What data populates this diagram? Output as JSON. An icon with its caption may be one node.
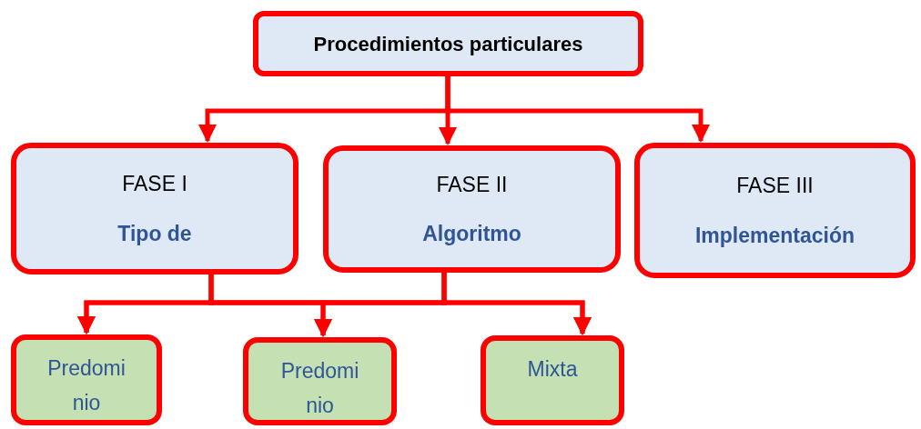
{
  "diagram": {
    "nodes": [
      {
        "text": [
          "Procedimientos particulares"
        ]
      },
      {
        "text": [
          "FASE I",
          "Tipo de"
        ]
      },
      {
        "text": [
          "FASE II",
          "Algoritmo"
        ]
      },
      {
        "text": [
          "FASE III",
          "Implementación"
        ]
      },
      {
        "text": [
          "Predomi nio"
        ]
      },
      {
        "text": [
          "Predomi nio"
        ]
      },
      {
        "text": [
          "Mixta"
        ]
      }
    ],
    "edges": [
      {
        "from": 0,
        "to": 1,
        "arrow": "to"
      },
      {
        "from": 0,
        "to": 2,
        "arrow": "to"
      },
      {
        "from": 0,
        "to": 3,
        "arrow": "to"
      },
      {
        "from": 1,
        "to": 4,
        "arrow": "to"
      },
      {
        "from": 1,
        "to": 5,
        "arrow": "to"
      },
      {
        "from": 1,
        "to": 6,
        "arrow": "to"
      },
      {
        "from": 2,
        "to": 4,
        "arrow": "to"
      },
      {
        "from": 2,
        "to": 5,
        "arrow": "to"
      },
      {
        "from": 2,
        "to": 6,
        "arrow": "to"
      }
    ]
  }
}
